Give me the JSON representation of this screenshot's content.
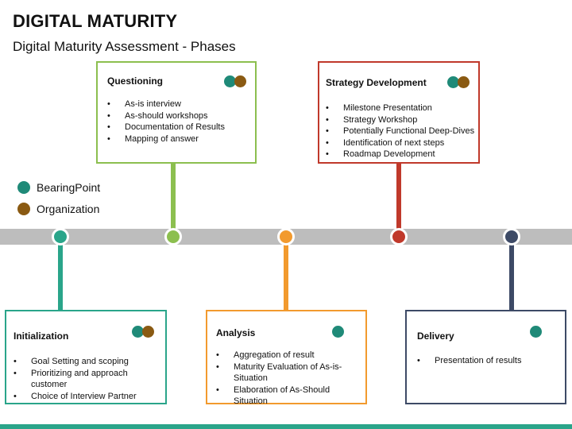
{
  "header": {
    "title": "DIGITAL MATURITY",
    "subtitle": "Digital Maturity Assessment - Phases"
  },
  "legend": [
    {
      "label": "BearingPoint",
      "color": "#1f8a78"
    },
    {
      "label": "Organization",
      "color": "#8a5a12"
    }
  ],
  "colors": {
    "bearingpoint": "#1f8a78",
    "organization": "#8a5a12",
    "timeline": "#bdbdbd",
    "bottom_bar": "#2aa58a"
  },
  "phases": {
    "initialization": {
      "title": "Initialization",
      "color": "#2aa58a",
      "owners": [
        "BearingPoint",
        "Organization"
      ],
      "items": [
        "Goal Setting and scoping",
        "Prioritizing and approach customer",
        "Choice of Interview Partner"
      ]
    },
    "questioning": {
      "title": "Questioning",
      "color": "#8cbf4f",
      "owners": [
        "BearingPoint",
        "Organization"
      ],
      "items": [
        "As-is interview",
        "As-should workshops",
        "Documentation of Results",
        "Mapping of answer"
      ]
    },
    "analysis": {
      "title": "Analysis",
      "color": "#f29a2e",
      "owners": [
        "BearingPoint"
      ],
      "items": [
        "Aggregation of result",
        "Maturity Evaluation of As-is-Situation",
        "Elaboration of As-Should Situation"
      ]
    },
    "strategy_development": {
      "title": "Strategy Development",
      "color": "#c0392b",
      "owners": [
        "BearingPoint",
        "Organization"
      ],
      "items": [
        "Milestone Presentation",
        "Strategy Workshop",
        "Potentially Functional Deep-Dives",
        "Identification of next steps",
        "Roadmap Development"
      ]
    },
    "delivery": {
      "title": "Delivery",
      "color": "#3d4a66",
      "owners": [
        "BearingPoint"
      ],
      "items": [
        "Presentation of results"
      ]
    }
  }
}
